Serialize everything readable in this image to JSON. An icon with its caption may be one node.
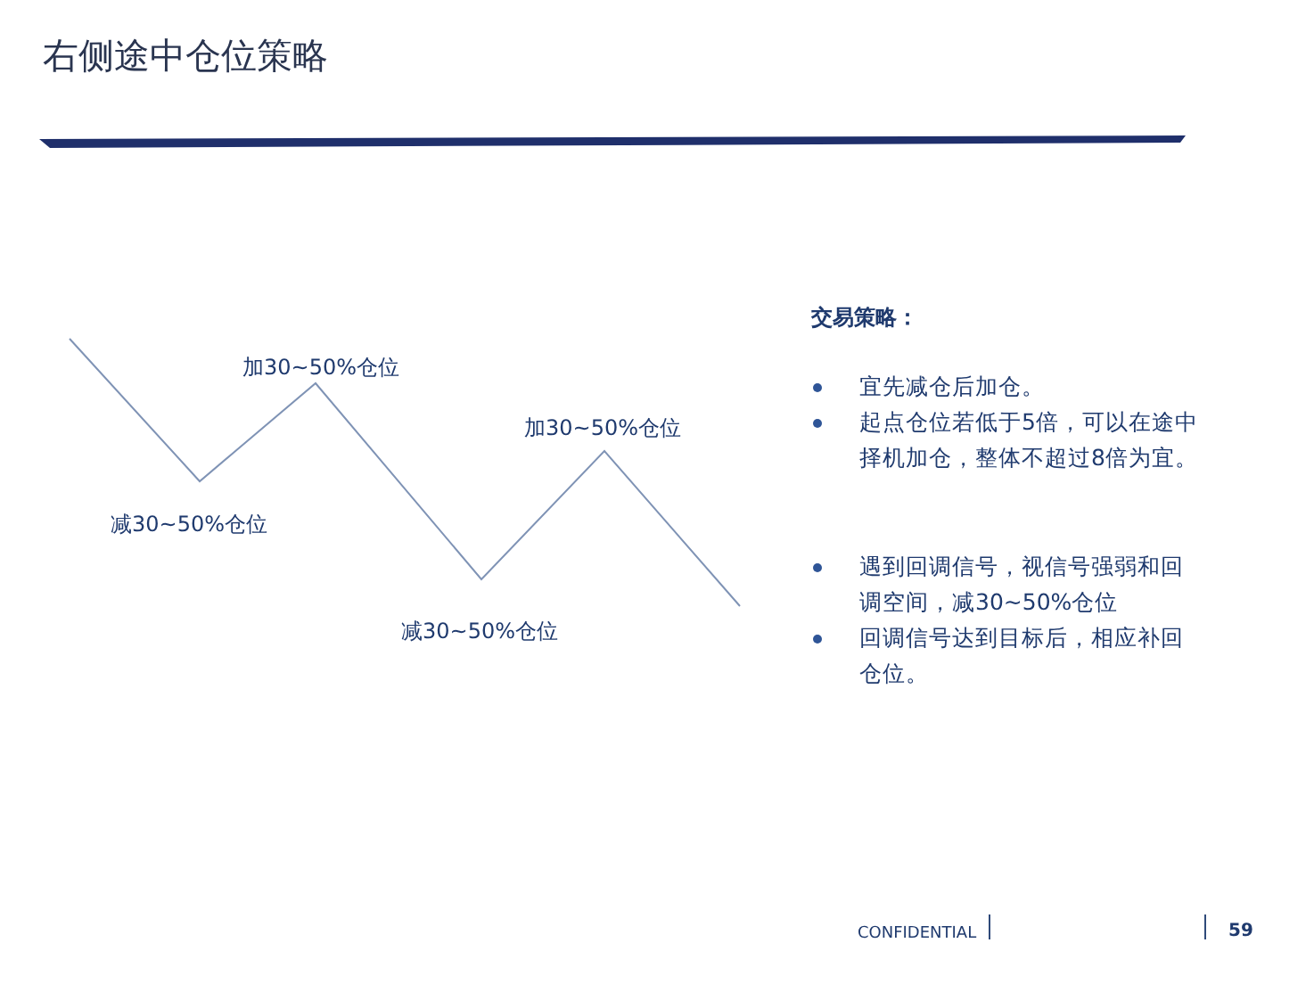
{
  "diagram": {
    "title": "右侧途中仓位策略",
    "labels": [
      "加30~50%仓位",
      "加30~50%仓位",
      "减30~50%仓位",
      "减30~50%仓位",
      "交易策略：",
      "宜先减仓后加仓。",
      "起点仓位若低于5倍，可以在途中择机加仓，整体不超过8倍为宜。",
      "遇到回调信号，视信号强弱和回调空间，减30~50%仓位",
      "回调信号达到目标后，相应补回仓位。",
      "CONFIDENTIAL",
      "59"
    ]
  }
}
